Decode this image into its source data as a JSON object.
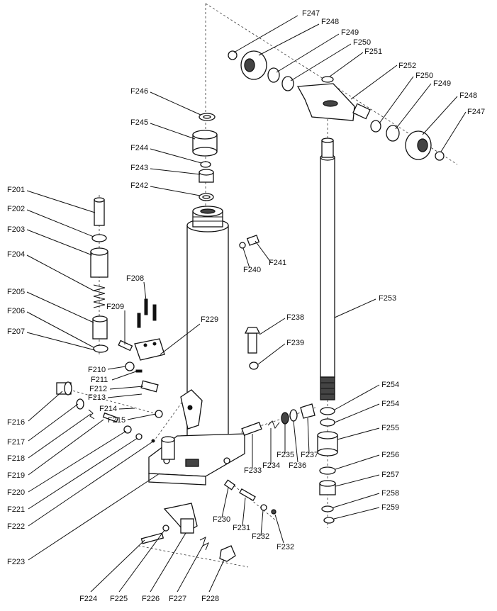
{
  "callouts": [
    {
      "id": "F247",
      "label": "F247"
    },
    {
      "id": "F248",
      "label": "F248"
    },
    {
      "id": "F249",
      "label": "F249"
    },
    {
      "id": "F250",
      "label": "F250"
    },
    {
      "id": "F251",
      "label": "F251"
    },
    {
      "id": "F252",
      "label": "F252"
    },
    {
      "id": "F250b",
      "label": "F250"
    },
    {
      "id": "F249b",
      "label": "F249"
    },
    {
      "id": "F248b",
      "label": "F248"
    },
    {
      "id": "F247b",
      "label": "F247"
    },
    {
      "id": "F246",
      "label": "F246"
    },
    {
      "id": "F245",
      "label": "F245"
    },
    {
      "id": "F244",
      "label": "F244"
    },
    {
      "id": "F243",
      "label": "F243"
    },
    {
      "id": "F242",
      "label": "F242"
    },
    {
      "id": "F201",
      "label": "F201"
    },
    {
      "id": "F202",
      "label": "F202"
    },
    {
      "id": "F203",
      "label": "F203"
    },
    {
      "id": "F204",
      "label": "F204"
    },
    {
      "id": "F205",
      "label": "F205"
    },
    {
      "id": "F206",
      "label": "F206"
    },
    {
      "id": "F207",
      "label": "F207"
    },
    {
      "id": "F208",
      "label": "F208"
    },
    {
      "id": "F209",
      "label": "F209"
    },
    {
      "id": "F229",
      "label": "F229"
    },
    {
      "id": "F210",
      "label": "F210"
    },
    {
      "id": "F211",
      "label": "F211"
    },
    {
      "id": "F212",
      "label": "F212"
    },
    {
      "id": "F213",
      "label": "F213"
    },
    {
      "id": "F214",
      "label": "F214"
    },
    {
      "id": "F215",
      "label": "F215"
    },
    {
      "id": "F216",
      "label": "F216"
    },
    {
      "id": "F217",
      "label": "F217"
    },
    {
      "id": "F218",
      "label": "F218"
    },
    {
      "id": "F219",
      "label": "F219"
    },
    {
      "id": "F220",
      "label": "F220"
    },
    {
      "id": "F221",
      "label": "F221"
    },
    {
      "id": "F222",
      "label": "F222"
    },
    {
      "id": "F223",
      "label": "F223"
    },
    {
      "id": "F224",
      "label": "F224"
    },
    {
      "id": "F225",
      "label": "F225"
    },
    {
      "id": "F226",
      "label": "F226"
    },
    {
      "id": "F227",
      "label": "F227"
    },
    {
      "id": "F228",
      "label": "F228"
    },
    {
      "id": "F230",
      "label": "F230"
    },
    {
      "id": "F231",
      "label": "F231"
    },
    {
      "id": "F232",
      "label": "F232"
    },
    {
      "id": "F232b",
      "label": "F232"
    },
    {
      "id": "F233",
      "label": "F233"
    },
    {
      "id": "F234",
      "label": "F234"
    },
    {
      "id": "F235",
      "label": "F235"
    },
    {
      "id": "F236",
      "label": "F236"
    },
    {
      "id": "F237",
      "label": "F237"
    },
    {
      "id": "F238",
      "label": "F238"
    },
    {
      "id": "F239",
      "label": "F239"
    },
    {
      "id": "F240",
      "label": "F240"
    },
    {
      "id": "F241",
      "label": "F241"
    },
    {
      "id": "F253",
      "label": "F253"
    },
    {
      "id": "F254",
      "label": "F254"
    },
    {
      "id": "F254b",
      "label": "F254"
    },
    {
      "id": "F255",
      "label": "F255"
    },
    {
      "id": "F256",
      "label": "F256"
    },
    {
      "id": "F257",
      "label": "F257"
    },
    {
      "id": "F258",
      "label": "F258"
    },
    {
      "id": "F259",
      "label": "F259"
    }
  ]
}
